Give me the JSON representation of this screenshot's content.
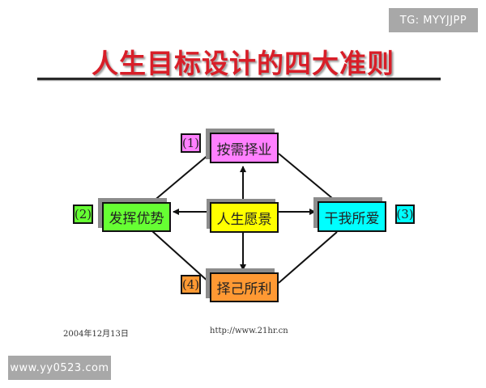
{
  "watermarks": {
    "top_right": "TG: MYYJJPP",
    "bottom_left": "www.yy0523.com"
  },
  "title": "人生目标设计的四大准则",
  "diagram": {
    "center": {
      "label": "人生愿景",
      "color": "#ffff00"
    },
    "nodes": [
      {
        "tag": "(1)",
        "label": "按需择业",
        "color": "#ff80ff",
        "position": "top"
      },
      {
        "tag": "(2)",
        "label": "发挥优势",
        "color": "#66ff33",
        "position": "left"
      },
      {
        "tag": "(3)",
        "label": "干我所爱",
        "color": "#00ffff",
        "position": "right"
      },
      {
        "tag": "(4)",
        "label": "择己所利",
        "color": "#ff9933",
        "position": "bottom"
      }
    ]
  },
  "footer": {
    "date": "2004年12月13日",
    "url": "http://www.21hr.cn"
  }
}
